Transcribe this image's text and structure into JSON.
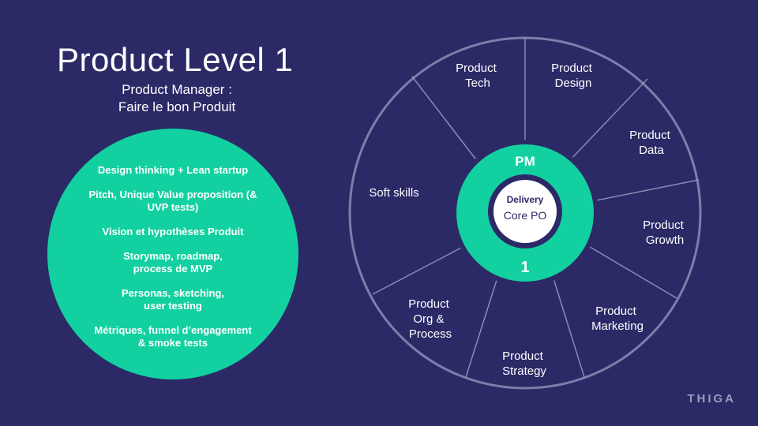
{
  "slide": {
    "title": "Product Level 1",
    "subtitle_lines": [
      "Product Manager :",
      "Faire le bon Produit"
    ],
    "logo_text": "THIGA"
  },
  "skills_circle": {
    "items": [
      "Design thinking + Lean startup",
      "Pitch, Unique Value proposition (&\nUVP tests)",
      "Vision  et hypothèses Produit",
      "Storymap, roadmap,\nprocess de MVP",
      "Personas, sketching,\nuser testing",
      "Métriques,  funnel d’engagement\n& smoke tests"
    ]
  },
  "wheel": {
    "center_top": "PM",
    "center_badge": "Delivery",
    "center_core": "Core PO",
    "center_level": "1",
    "segments": [
      {
        "id": "tech",
        "lines": [
          "Product",
          "Tech"
        ]
      },
      {
        "id": "design",
        "lines": [
          "Product",
          "Design"
        ]
      },
      {
        "id": "data",
        "lines": [
          "Product",
          "Data"
        ]
      },
      {
        "id": "growth",
        "lines": [
          "Product",
          "Growth"
        ]
      },
      {
        "id": "marketing",
        "lines": [
          "Product",
          "Marketing"
        ]
      },
      {
        "id": "strategy",
        "lines": [
          "Product",
          "Strategy"
        ]
      },
      {
        "id": "org",
        "lines": [
          "Product",
          "Org  &",
          "Process"
        ]
      },
      {
        "id": "soft",
        "lines": [
          "Soft skills"
        ]
      }
    ]
  },
  "colors": {
    "background": "#2b2a67",
    "accent_green": "#13d0a0",
    "wheel_line": "#9a9bc2",
    "ring_outline": "#5e5f94",
    "text": "#ffffff"
  }
}
